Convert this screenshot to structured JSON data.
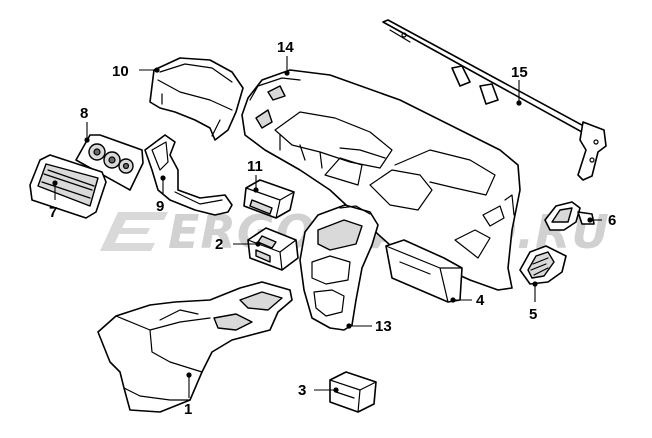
{
  "watermark": "ERGON AUTO.RU",
  "callouts": [
    {
      "id": "1",
      "label": "1"
    },
    {
      "id": "2",
      "label": "2"
    },
    {
      "id": "3",
      "label": "3"
    },
    {
      "id": "4",
      "label": "4"
    },
    {
      "id": "5",
      "label": "5"
    },
    {
      "id": "6",
      "label": "6"
    },
    {
      "id": "7",
      "label": "7"
    },
    {
      "id": "8",
      "label": "8"
    },
    {
      "id": "9",
      "label": "9"
    },
    {
      "id": "10",
      "label": "10"
    },
    {
      "id": "11",
      "label": "11"
    },
    {
      "id": "13",
      "label": "13"
    },
    {
      "id": "14",
      "label": "14"
    },
    {
      "id": "15",
      "label": "15"
    }
  ]
}
